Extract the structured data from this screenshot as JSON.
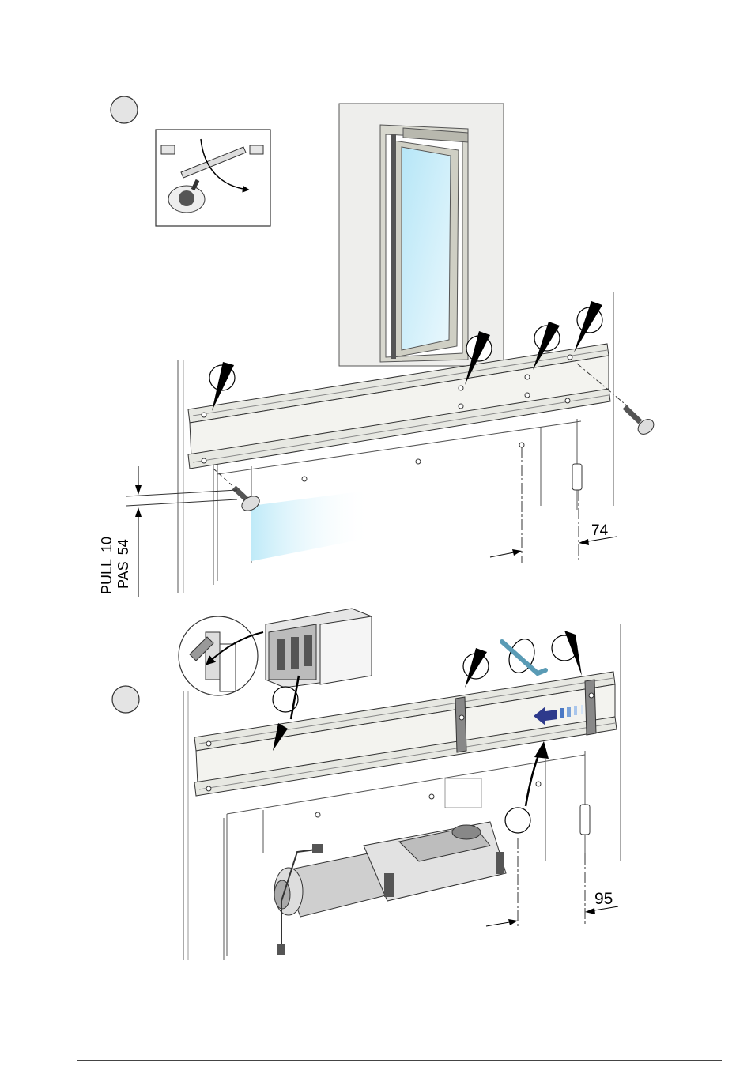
{
  "step1": {
    "dimension_hinge": "74",
    "offset_pull_label": "PULL",
    "offset_pull_value": "10",
    "offset_pas_label": "PAS",
    "offset_pas_value": "54"
  },
  "step2": {
    "dimension_hinge": "95"
  },
  "colors": {
    "wall": "#eeeeec",
    "wall_edge": "#555555",
    "rail": "#e7e8e2",
    "glass": "#cdeefa",
    "hinge_key": "#5a9bb5",
    "arrow_blue": "#2e3a8c",
    "motor": "#cfcfcf"
  }
}
